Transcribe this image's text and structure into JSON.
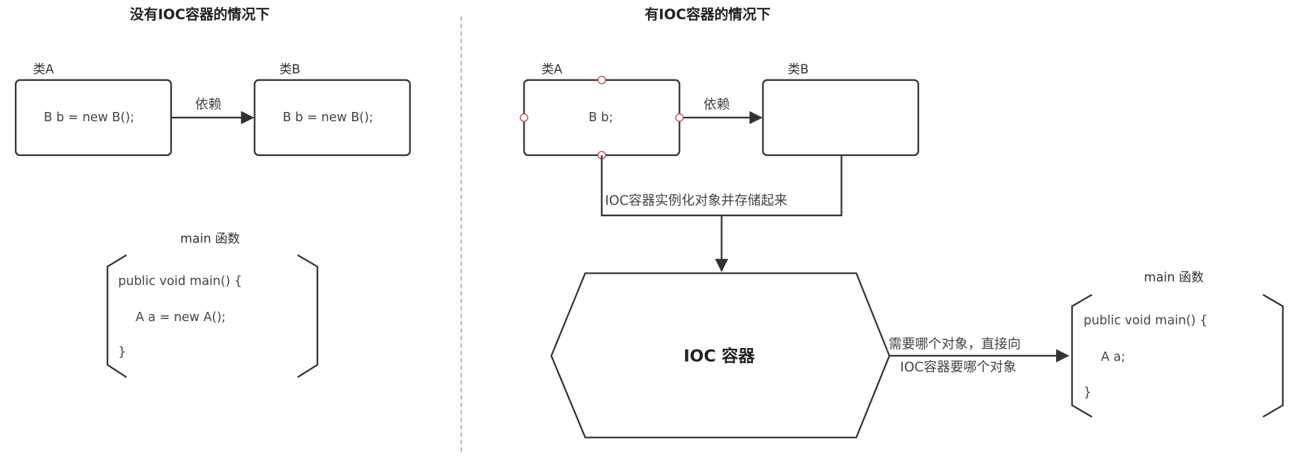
{
  "left": {
    "title": "没有IOC容器的情况下",
    "class_a": {
      "label": "类A",
      "code": "B b = new B();"
    },
    "class_b": {
      "label": "类B",
      "code": "B b = new B();"
    },
    "edge_label": "依赖",
    "main": {
      "label": "main 函数",
      "lines": [
        "public void main() {",
        "A a = new A();",
        "}"
      ]
    }
  },
  "right": {
    "title": "有IOC容器的情况下",
    "class_a": {
      "label": "类A",
      "code": "B b;"
    },
    "class_b": {
      "label": "类B",
      "code": ""
    },
    "edge_label": "依赖",
    "instantiate_label": "IOC容器实例化对象并存储起来",
    "container_label": "IOC 容器",
    "request_label_line1": "需要哪个对象，直接向",
    "request_label_line2": "IOC容器要哪个对象",
    "main": {
      "label": "main 函数",
      "lines": [
        "public void main() {",
        "A a;",
        "}"
      ]
    }
  },
  "colors": {
    "stroke": "#333333",
    "handle": "#c0504d",
    "divider": "#aaaaaa"
  }
}
